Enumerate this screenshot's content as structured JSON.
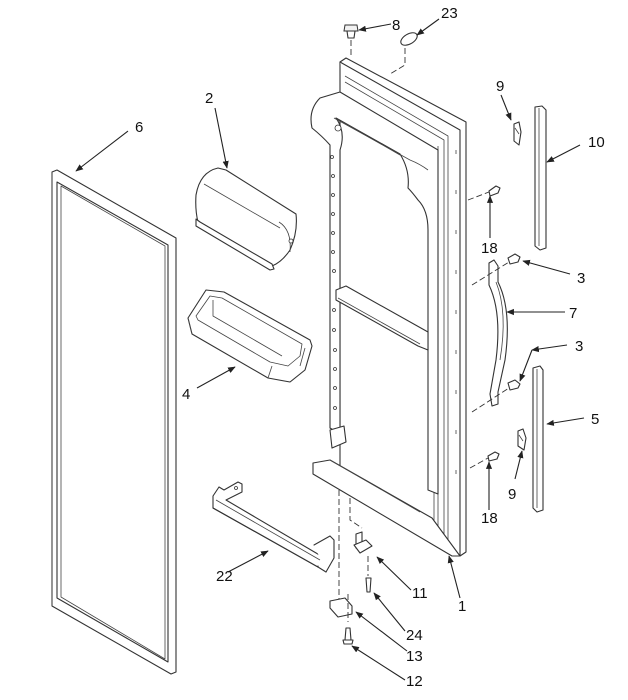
{
  "diagram": {
    "title": "Refrigerator Door Parts",
    "callouts": {
      "door_assembly": "1",
      "canister_cover": "2",
      "screw_upper_handle": "3",
      "screw_lower_handle": "3",
      "door_bin": "4",
      "lower_trim": "5",
      "door_gasket": "6",
      "handle": "7",
      "top_hinge_pin": "8",
      "clip_upper": "9",
      "clip_lower": "9",
      "upper_trim": "10",
      "bottom_hinge_pin": "11",
      "screw_bottom": "12",
      "bottom_hinge": "13",
      "screw_upper_trim": "18",
      "screw_lower_trim": "18",
      "door_rail": "22",
      "cap_plug": "23",
      "hinge_screw": "24"
    }
  }
}
